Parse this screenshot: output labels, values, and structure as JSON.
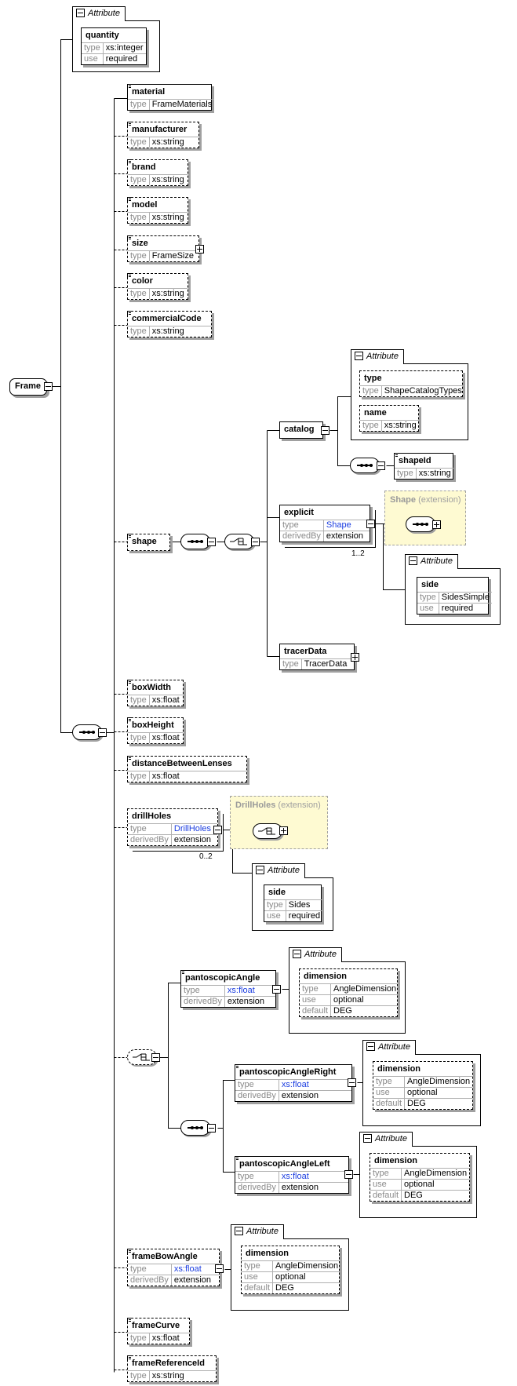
{
  "root": {
    "name": "Frame"
  },
  "frame_attr": {
    "group_label": "Attribute",
    "quantity": {
      "name": "quantity",
      "type_key": "type",
      "type_val": "xs:integer",
      "use_key": "use",
      "use_val": "required"
    }
  },
  "elements": {
    "material": {
      "name": "material",
      "type_key": "type",
      "type_val": "FrameMaterials"
    },
    "manufacturer": {
      "name": "manufacturer",
      "type_key": "type",
      "type_val": "xs:string"
    },
    "brand": {
      "name": "brand",
      "type_key": "type",
      "type_val": "xs:string"
    },
    "model": {
      "name": "model",
      "type_key": "type",
      "type_val": "xs:string"
    },
    "size": {
      "name": "size",
      "type_key": "type",
      "type_val": "FrameSize"
    },
    "color": {
      "name": "color",
      "type_key": "type",
      "type_val": "xs:string"
    },
    "commercialCode": {
      "name": "commercialCode",
      "type_key": "type",
      "type_val": "xs:string"
    },
    "shape": {
      "name": "shape"
    },
    "boxWidth": {
      "name": "boxWidth",
      "type_key": "type",
      "type_val": "xs:float"
    },
    "boxHeight": {
      "name": "boxHeight",
      "type_key": "type",
      "type_val": "xs:float"
    },
    "distanceBetweenLenses": {
      "name": "distanceBetweenLenses",
      "type_key": "type",
      "type_val": "xs:float"
    },
    "drillHoles": {
      "name": "drillHoles",
      "type_key": "type",
      "type_val": "DrillHoles",
      "derived_key": "derivedBy",
      "derived_val": "extension",
      "occurs": "0..2"
    },
    "frameBowAngle": {
      "name": "frameBowAngle",
      "type_key": "type",
      "type_val": "xs:float",
      "derived_key": "derivedBy",
      "derived_val": "extension"
    },
    "frameCurve": {
      "name": "frameCurve",
      "type_key": "type",
      "type_val": "xs:float"
    },
    "frameReferenceId": {
      "name": "frameReferenceId",
      "type_key": "type",
      "type_val": "xs:string"
    }
  },
  "shape_branch": {
    "catalog": {
      "name": "catalog"
    },
    "catalog_attr": {
      "group_label": "Attribute",
      "type_attr": {
        "name": "type",
        "type_key": "type",
        "type_val": "ShapeCatalogTypes"
      },
      "name_attr": {
        "name": "name",
        "type_key": "type",
        "type_val": "xs:string"
      }
    },
    "shapeId": {
      "name": "shapeId",
      "type_key": "type",
      "type_val": "xs:string"
    },
    "explicit": {
      "name": "explicit",
      "type_key": "type",
      "type_val": "Shape",
      "derived_key": "derivedBy",
      "derived_val": "extension",
      "occurs": "1..2"
    },
    "shape_ext": {
      "title": "Shape",
      "suffix": "(extension)"
    },
    "explicit_attr": {
      "group_label": "Attribute",
      "side": {
        "name": "side",
        "type_key": "type",
        "type_val": "SidesSimple",
        "use_key": "use",
        "use_val": "required"
      }
    },
    "tracerData": {
      "name": "tracerData",
      "type_key": "type",
      "type_val": "TracerData"
    }
  },
  "drill_branch": {
    "ext": {
      "title": "DrillHoles",
      "suffix": "(extension)"
    },
    "attr": {
      "group_label": "Attribute",
      "side": {
        "name": "side",
        "type_key": "type",
        "type_val": "Sides",
        "use_key": "use",
        "use_val": "required"
      }
    }
  },
  "panto_branch": {
    "pantoscopicAngle": {
      "name": "pantoscopicAngle",
      "type_key": "type",
      "type_val": "xs:float",
      "derived_key": "derivedBy",
      "derived_val": "extension"
    },
    "pantoscopicAngleRight": {
      "name": "pantoscopicAngleRight",
      "type_key": "type",
      "type_val": "xs:float",
      "derived_key": "derivedBy",
      "derived_val": "extension"
    },
    "pantoscopicAngleLeft": {
      "name": "pantoscopicAngleLeft",
      "type_key": "type",
      "type_val": "xs:float",
      "derived_key": "derivedBy",
      "derived_val": "extension"
    },
    "dimension_attr": {
      "group_label": "Attribute",
      "name": "dimension",
      "type_key": "type",
      "type_val": "AngleDimension",
      "use_key": "use",
      "use_val": "optional",
      "default_key": "default",
      "default_val": "DEG"
    }
  }
}
